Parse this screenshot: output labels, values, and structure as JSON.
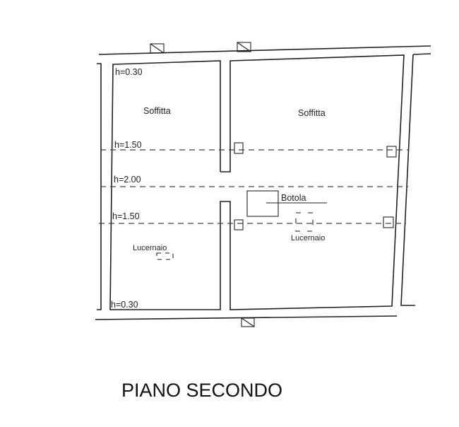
{
  "title": "PIANO SECONDO",
  "rooms": {
    "left_top": "Soffitta",
    "right_top": "Soffitta",
    "left_bottom": "Lucernaio",
    "right_bottom": "Lucernaio",
    "hatch": "Botola"
  },
  "heights": {
    "top": "h=0.30",
    "upper_mid": "h=1.50",
    "ridge": "h=2.00",
    "lower_mid": "h=1.50",
    "bottom": "h=0.30"
  }
}
